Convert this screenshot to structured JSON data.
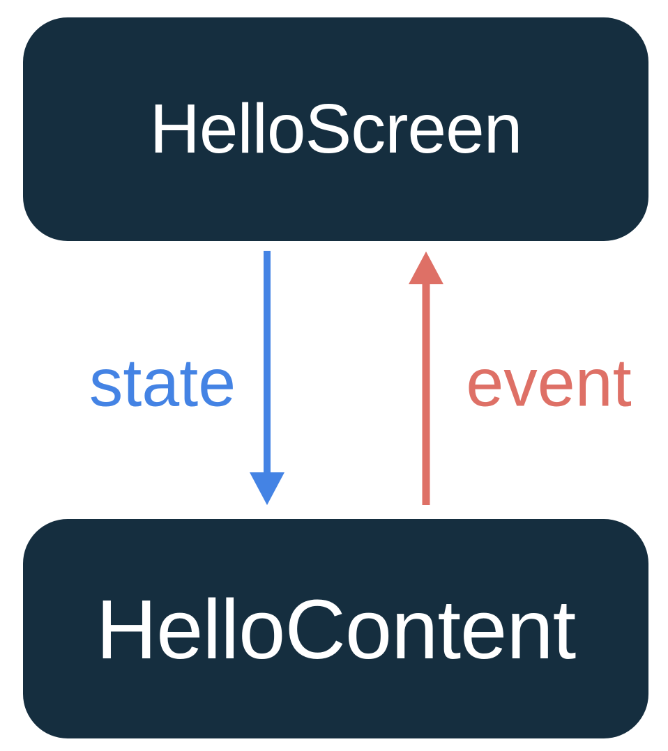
{
  "diagram": {
    "boxes": [
      {
        "label": "HelloScreen"
      },
      {
        "label": "HelloContent"
      }
    ],
    "arrows": [
      {
        "label": "state",
        "direction": "down",
        "color": "#4483E4"
      },
      {
        "label": "event",
        "direction": "up",
        "color": "#DE7066"
      }
    ],
    "colors": {
      "background": "#FFFFFF",
      "box_background": "#152E3F",
      "box_text": "#FFFFFF",
      "state": "#4483E4",
      "event": "#DE7066"
    }
  }
}
